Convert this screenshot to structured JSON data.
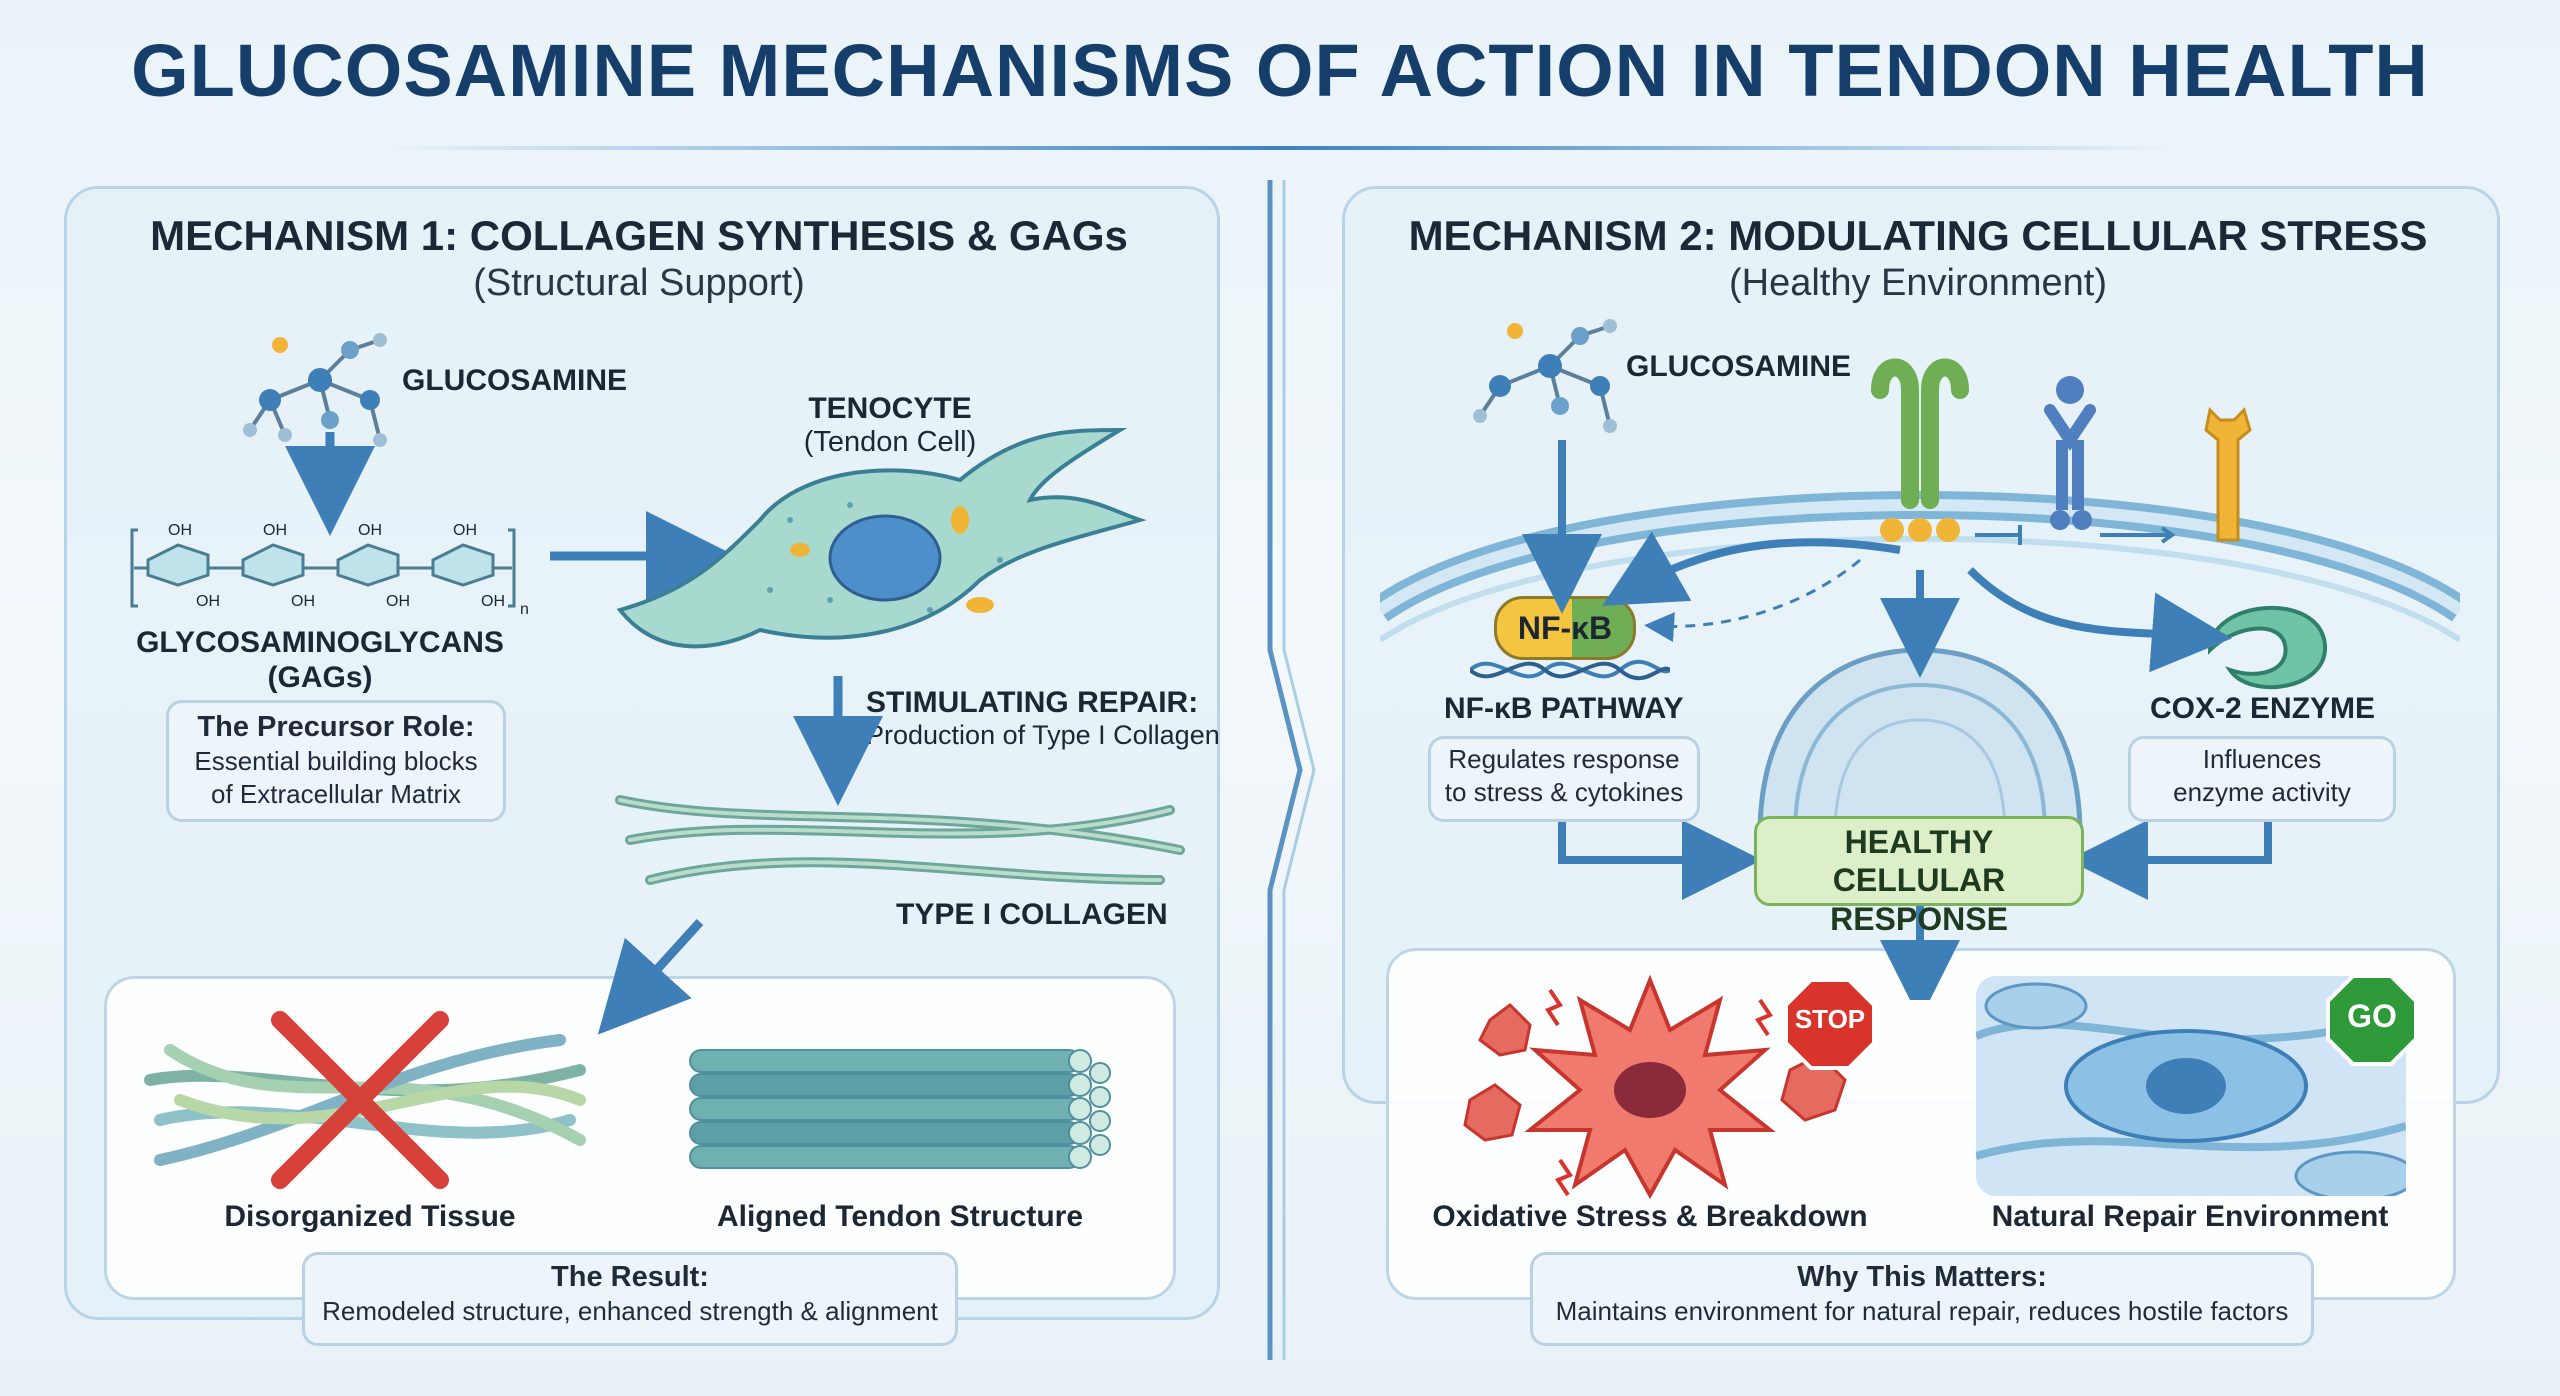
{
  "title": "GLUCOSAMINE MECHANISMS OF ACTION IN TENDON HEALTH",
  "mech1": {
    "title": "MECHANISM 1: COLLAGEN SYNTHESIS & GAGs",
    "subtitle": "(Structural Support)",
    "glucosamine": "GLUCOSAMINE",
    "gags_line1": "GLYCOSAMINOGLYCANS",
    "gags_line2": "(GAGs)",
    "oh": "OH",
    "n": "n",
    "precursor_title": "The Precursor Role:",
    "precursor_line1": "Essential building blocks",
    "precursor_line2": "of Extracellular Matrix",
    "tenocyte": "TENOCYTE",
    "tenocyte_sub": "(Tendon Cell)",
    "stimulating": "STIMULATING REPAIR:",
    "stimulating_sub": "Production of Type I Collagen",
    "collagen": "TYPE I COLLAGEN",
    "disorganized": "Disorganized Tissue",
    "aligned": "Aligned Tendon Structure",
    "result_title": "The Result:",
    "result_text": "Remodeled structure, enhanced strength & alignment"
  },
  "mech2": {
    "title": "MECHANISM 2: MODULATING CELLULAR STRESS",
    "subtitle": "(Healthy Environment)",
    "glucosamine": "GLUCOSAMINE",
    "nfkb_badge": "NF-κB",
    "nfkb_pathway": "NF-κB PATHWAY",
    "nfkb_line1": "Regulates response",
    "nfkb_line2": "to stress & cytokines",
    "cox2": "COX-2 ENZYME",
    "cox2_line1": "Influences",
    "cox2_line2": "enzyme activity",
    "healthy_line1": "HEALTHY CELLULAR",
    "healthy_line2": "RESPONSE",
    "stop": "STOP",
    "go": "GO",
    "oxidative": "Oxidative Stress & Breakdown",
    "natural": "Natural Repair Environment",
    "why_title": "Why This Matters:",
    "why_text": "Maintains environment for natural repair, reduces hostile factors"
  },
  "colors": {
    "title": "#153e6b",
    "arrow": "#3f7fb8",
    "green": "#7cb35d",
    "stop_red": "#d9342b",
    "go_green": "#2f9a3a",
    "nfkb_yellow": "#f4c540",
    "cell_teal": "#8fd0c6"
  }
}
